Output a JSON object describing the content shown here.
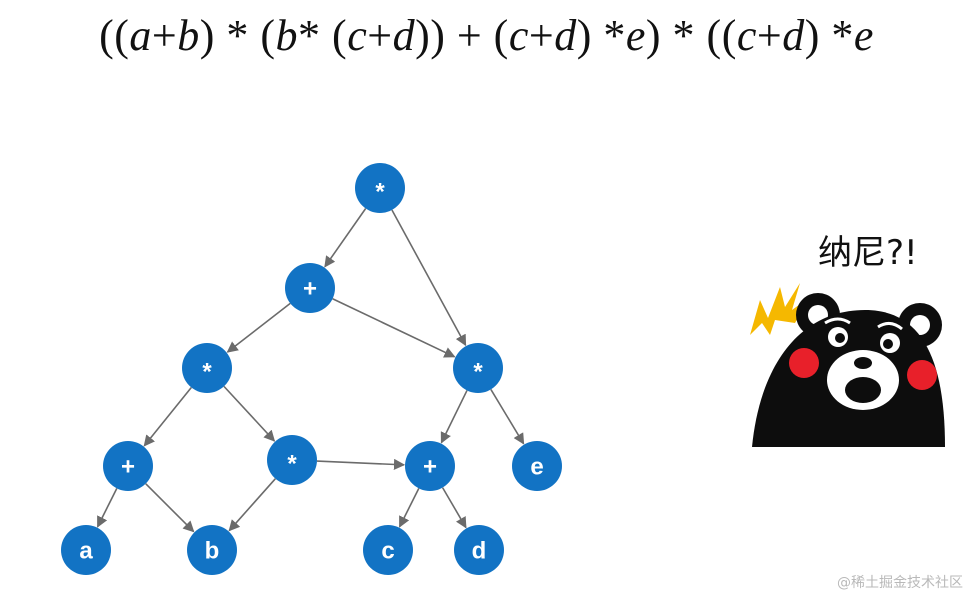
{
  "expression": {
    "parts": [
      {
        "t": "((",
        "v": false
      },
      {
        "t": "a",
        "v": true
      },
      {
        "t": " + ",
        "v": false
      },
      {
        "t": "b",
        "v": true
      },
      {
        "t": ") * (",
        "v": false
      },
      {
        "t": "b",
        "v": true
      },
      {
        "t": " * (",
        "v": false
      },
      {
        "t": "c",
        "v": true
      },
      {
        "t": " + ",
        "v": false
      },
      {
        "t": "d",
        "v": true
      },
      {
        "t": ")) + (",
        "v": false
      },
      {
        "t": "c",
        "v": true
      },
      {
        "t": " + ",
        "v": false
      },
      {
        "t": "d",
        "v": true
      },
      {
        "t": ") * ",
        "v": false
      },
      {
        "t": "e",
        "v": true
      },
      {
        "t": ") * ((",
        "v": false
      },
      {
        "t": "c",
        "v": true
      },
      {
        "t": " + ",
        "v": false
      },
      {
        "t": "d",
        "v": true
      },
      {
        "t": ") * ",
        "v": false
      },
      {
        "t": "e",
        "v": true
      }
    ]
  },
  "graph": {
    "node_color": "#1273c4",
    "edge_color": "#6b6b6b",
    "nodes": [
      {
        "id": "n1",
        "label": "*"
      },
      {
        "id": "n2",
        "label": "+"
      },
      {
        "id": "n3",
        "label": "*"
      },
      {
        "id": "n4",
        "label": "*"
      },
      {
        "id": "n5",
        "label": "+"
      },
      {
        "id": "n6",
        "label": "*"
      },
      {
        "id": "n7",
        "label": "+"
      },
      {
        "id": "n8",
        "label": "e"
      },
      {
        "id": "n9",
        "label": "a"
      },
      {
        "id": "n10",
        "label": "b"
      },
      {
        "id": "n11",
        "label": "c"
      },
      {
        "id": "n12",
        "label": "d"
      }
    ],
    "edges": [
      [
        "n1",
        "n2"
      ],
      [
        "n1",
        "n4"
      ],
      [
        "n2",
        "n3"
      ],
      [
        "n2",
        "n4"
      ],
      [
        "n3",
        "n5"
      ],
      [
        "n3",
        "n6"
      ],
      [
        "n4",
        "n7"
      ],
      [
        "n4",
        "n8"
      ],
      [
        "n5",
        "n9"
      ],
      [
        "n5",
        "n10"
      ],
      [
        "n6",
        "n10"
      ],
      [
        "n6",
        "n7"
      ],
      [
        "n7",
        "n11"
      ],
      [
        "n7",
        "n12"
      ]
    ]
  },
  "sticker": {
    "text": "纳尼?!",
    "colors": {
      "fur": "#0d0d0d",
      "cheek": "#e8202a",
      "spark": "#f5b800",
      "muzzle": "#ffffff"
    }
  },
  "watermark": "@稀土掘金技术社区"
}
